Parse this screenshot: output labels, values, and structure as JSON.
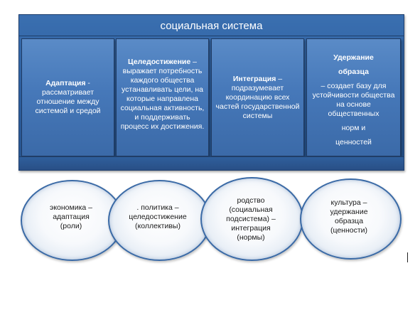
{
  "title": "социальная система",
  "boxes": [
    {
      "bold": "Адаптация",
      "text": " - рассматривает отношение между системой и средой"
    },
    {
      "bold": "Целедостижение",
      "text": " – выражает потребность каждого общества устанавливать цели, на которые направлена социальная активность, и поддерживать процесс их достижения."
    },
    {
      "bold": "Интеграция",
      "text": " – подразумевает координацию всех частей государственной системы"
    },
    {
      "bold1": "Удержание",
      "bold2": "образца",
      "text": "– создает базу для устойчивости общества на основе общественных",
      "text2": "норм и",
      "text3": "ценностей"
    }
  ],
  "ovals": [
    "экономика –\nадаптация\n(роли)",
    ".     политика –\nцеледостижение\n(коллективы)",
    "родство\n(социальная\nподсистема) –\nинтеграция\n(нормы)",
    "культура –\nудержание\nобразца\n(ценности)"
  ]
}
